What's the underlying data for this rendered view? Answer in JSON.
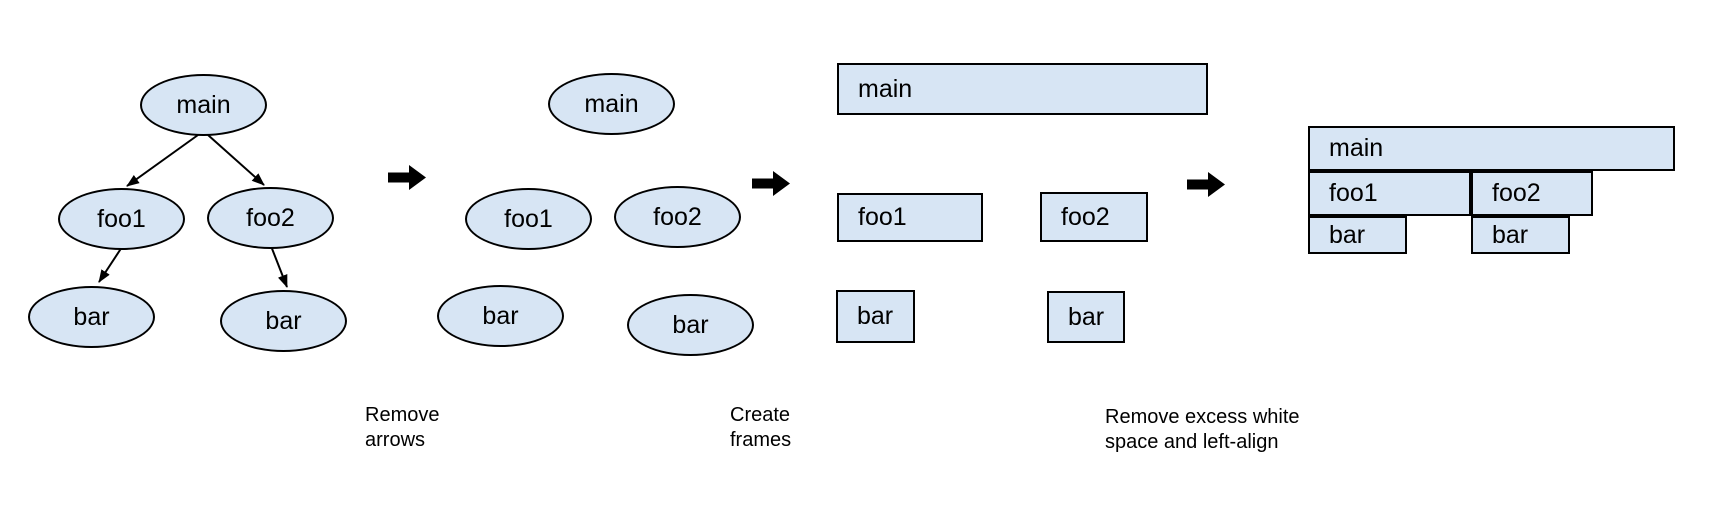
{
  "colors": {
    "background": "#ffffff",
    "node_fill": "#d7e5f4",
    "node_stroke": "#000000",
    "arrow_fill": "#000000",
    "text": "#000000"
  },
  "stage1_tree": {
    "main": "main",
    "foo1": "foo1",
    "foo2": "foo2",
    "bar_left": "bar",
    "bar_right": "bar"
  },
  "stage2_no_arrows": {
    "main": "main",
    "foo1": "foo1",
    "foo2": "foo2",
    "bar_left": "bar",
    "bar_right": "bar"
  },
  "stage3_frames": {
    "main": "main",
    "foo1": "foo1",
    "foo2": "foo2",
    "bar_left": "bar",
    "bar_right": "bar"
  },
  "stage4_flame": {
    "main": "main",
    "foo1": "foo1",
    "foo2": "foo2",
    "bar_left": "bar",
    "bar_right": "bar"
  },
  "captions": {
    "remove_arrows": "Remove\narrows",
    "create_frames": "Create\nframes",
    "left_align": "Remove excess white\nspace and left-align"
  }
}
